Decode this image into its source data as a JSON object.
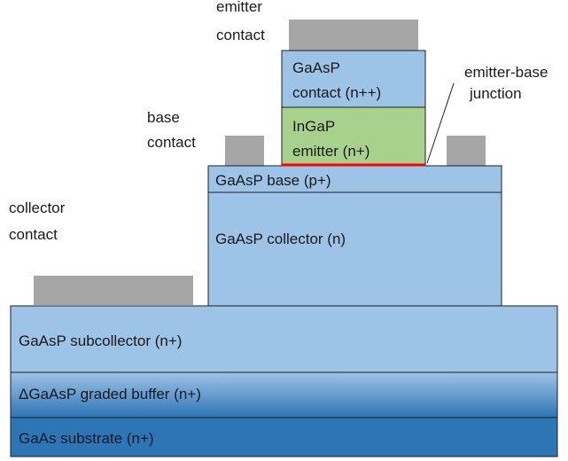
{
  "labels": {
    "emitter_contact": [
      "emitter",
      "contact"
    ],
    "base_contact": [
      "base",
      "contact"
    ],
    "collector_contact": [
      "collector",
      "contact"
    ],
    "junction": [
      "emitter-base",
      "junction"
    ]
  },
  "layers": {
    "emitter_contact_layer": [
      "GaAsP",
      "contact (n++)"
    ],
    "emitter": [
      "InGaP",
      "emitter (n+)"
    ],
    "base": "GaAsP base (p+)",
    "collector": "GaAsP collector (n)",
    "subcollector": "GaAsP subcollector (n+)",
    "graded_buffer": "ΔGaAsP graded buffer (n+)",
    "substrate": "GaAs substrate (n+)"
  },
  "colors": {
    "gaasp": "#9dc3e6",
    "ingap": "#a9d18e",
    "metal": "#a6a6a6",
    "substrate": "#2e75b6",
    "outline": "#1f1f1f",
    "junction": "#ff0000"
  }
}
